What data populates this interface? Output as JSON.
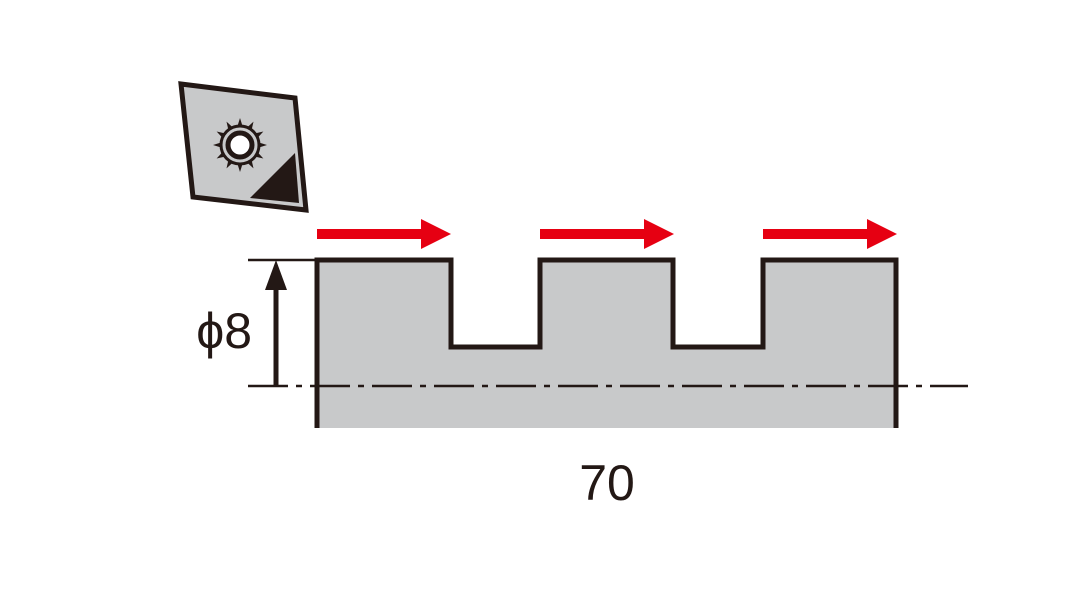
{
  "diagram": {
    "diameter_label": "ϕ8",
    "length_label": "70",
    "feed_arrow_count": 3,
    "colors": {
      "workpiece_fill": "#c8c9ca",
      "outline": "#231815",
      "feed_arrow": "#e60012",
      "insert_fill": "#c8c9ca",
      "background": "#ffffff"
    },
    "icons": {
      "cutting_insert": "diamond-insert-icon",
      "feed_direction": "arrow-right-icon",
      "dimension_arrow": "arrow-up-icon"
    }
  }
}
